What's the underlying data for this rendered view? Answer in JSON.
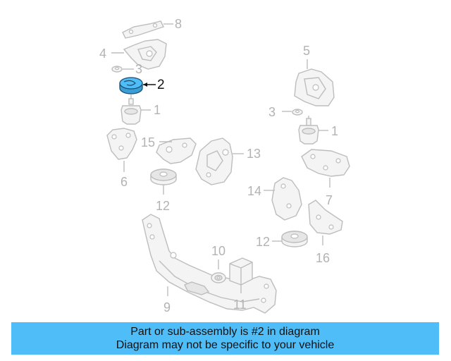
{
  "callouts": {
    "c8": "8",
    "c4": "4",
    "c3a": "3",
    "c2": "2",
    "c1a": "1",
    "c6": "6",
    "c15": "15",
    "c13": "13",
    "c12a": "12",
    "c5": "5",
    "c3b": "3",
    "c1b": "1",
    "c7": "7",
    "c14": "14",
    "c12b": "12",
    "c16": "16",
    "c10": "10",
    "c11": "11",
    "c9": "9"
  },
  "banner": {
    "line1": "Part or sub-assembly is #2 in diagram",
    "line2": "Diagram may not be specific to your vehicle"
  },
  "colors": {
    "banner_bg": "#4fbdf7",
    "highlight_part": "#4fbdf7",
    "line_art": "#bdbdbd",
    "callout_text": "#b3b3b3"
  }
}
